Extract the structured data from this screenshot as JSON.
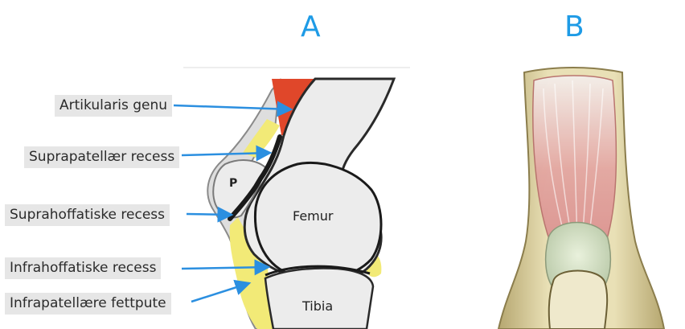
{
  "panels": {
    "a": "A",
    "b": "B"
  },
  "labels": {
    "artikularis": "Artikularis genu",
    "suprapatellar": "Suprapatellær recess",
    "suprahoffatiske": "Suprahoffatiske recess",
    "infrahoffatiske": "Infrahoffatiske recess",
    "infrapatellar": "Infrapatellære fettpute"
  },
  "bones": {
    "patella": "P",
    "femur": "Femur",
    "tibia": "Tibia"
  },
  "colors": {
    "panel_letter": "#1e9be6",
    "arrow": "#2b8fe0",
    "muscle_red": "#e0472a",
    "fat_yellow": "#f2ea77",
    "bone_fill": "#ececec",
    "recess_dark": "#1a1a1a"
  }
}
